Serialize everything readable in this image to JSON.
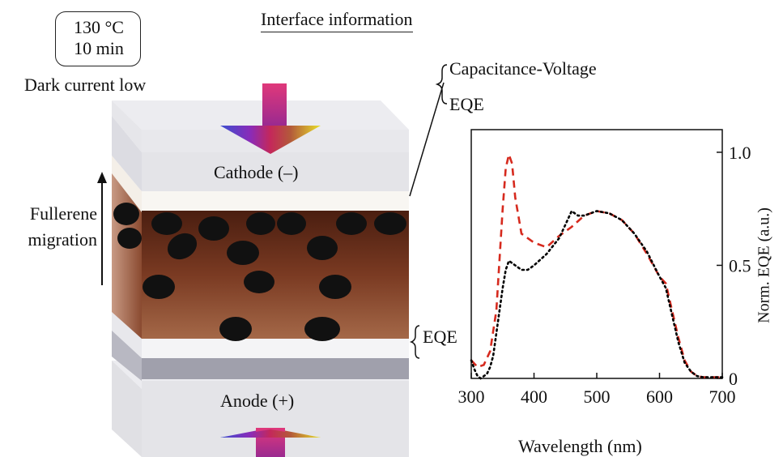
{
  "conditions": {
    "temperature": "130 °C",
    "time": "10 min"
  },
  "dark_current_label": "Dark current low",
  "panel_title": "Interface information",
  "interface_top": {
    "line1": "Capacitance-Voltage",
    "line2": "EQE"
  },
  "interface_bottom": "EQE",
  "cathode_label": "Cathode (–)",
  "anode_label": "Anode (+)",
  "migration_label": {
    "line1": "Fullerene",
    "line2": "migration"
  },
  "colors": {
    "red_series": "#d62a1e",
    "black_series": "#000000",
    "active_layer": "#7a3a22"
  },
  "chart_data": {
    "type": "line",
    "xlabel": "Wavelength (nm)",
    "ylabel": "Norm. EQE (a.u.)",
    "xlim": [
      300,
      700
    ],
    "ylim": [
      0,
      1.1
    ],
    "x_ticks": [
      300,
      400,
      500,
      600,
      700
    ],
    "y_ticks": [
      {
        "value": 0,
        "label": "0"
      },
      {
        "value": 0.5,
        "label": "0.5"
      },
      {
        "value": 1.0,
        "label": "1.0"
      }
    ],
    "series": [
      {
        "style": "dashed",
        "color": "#d62a1e",
        "x": [
          300,
          310,
          320,
          330,
          340,
          350,
          355,
          360,
          365,
          370,
          380,
          400,
          420,
          440,
          460,
          480,
          500,
          520,
          540,
          560,
          580,
          600,
          610,
          620,
          630,
          640,
          650,
          660,
          670,
          680,
          690,
          700
        ],
        "y": [
          0.08,
          0.05,
          0.06,
          0.12,
          0.3,
          0.75,
          0.93,
          0.99,
          0.95,
          0.8,
          0.64,
          0.6,
          0.58,
          0.63,
          0.67,
          0.72,
          0.74,
          0.73,
          0.7,
          0.64,
          0.55,
          0.45,
          0.42,
          0.3,
          0.18,
          0.08,
          0.03,
          0.01,
          0.005,
          0.005,
          0.005,
          0.005
        ]
      },
      {
        "style": "dotted",
        "color": "#000000",
        "x": [
          300,
          305,
          310,
          315,
          320,
          325,
          330,
          335,
          340,
          345,
          350,
          355,
          360,
          370,
          380,
          390,
          400,
          420,
          440,
          450,
          460,
          470,
          480,
          500,
          520,
          540,
          560,
          580,
          600,
          610,
          620,
          630,
          640,
          650,
          660,
          670,
          680,
          690,
          700
        ],
        "y": [
          0.08,
          0.04,
          0.01,
          0.0,
          0.01,
          0.02,
          0.05,
          0.1,
          0.2,
          0.3,
          0.4,
          0.48,
          0.52,
          0.5,
          0.48,
          0.48,
          0.5,
          0.55,
          0.62,
          0.68,
          0.74,
          0.72,
          0.72,
          0.74,
          0.73,
          0.7,
          0.64,
          0.56,
          0.45,
          0.4,
          0.28,
          0.16,
          0.07,
          0.03,
          0.01,
          0.005,
          0.005,
          0.005,
          0.005
        ]
      }
    ]
  }
}
